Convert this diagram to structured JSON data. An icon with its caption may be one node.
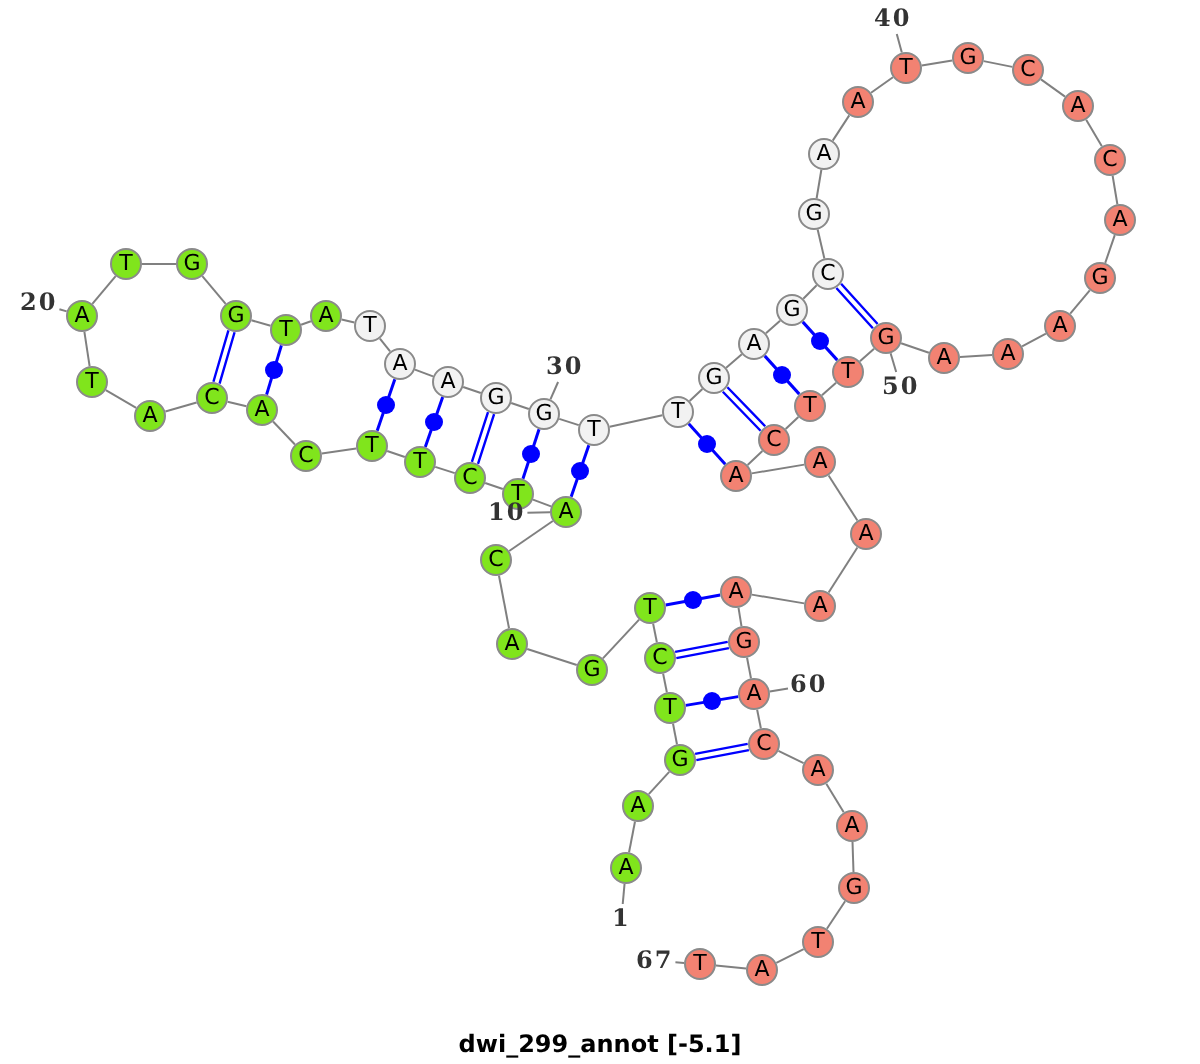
{
  "diagram": {
    "caption": "dwi_299_annot [-5.1]",
    "nodes": [
      {
        "text": [
          "A"
        ]
      },
      {
        "text": [
          "A"
        ]
      },
      {
        "text": [
          "G"
        ]
      },
      {
        "text": [
          "T"
        ]
      },
      {
        "text": [
          "C"
        ]
      },
      {
        "text": [
          "T"
        ]
      },
      {
        "text": [
          "G"
        ]
      },
      {
        "text": [
          "A"
        ]
      },
      {
        "text": [
          "C"
        ]
      },
      {
        "text": [
          "A"
        ]
      },
      {
        "text": [
          "T"
        ]
      },
      {
        "text": [
          "C"
        ]
      },
      {
        "text": [
          "T"
        ]
      },
      {
        "text": [
          "T"
        ]
      },
      {
        "text": [
          "C"
        ]
      },
      {
        "text": [
          "A"
        ]
      },
      {
        "text": [
          "C"
        ]
      },
      {
        "text": [
          "A"
        ]
      },
      {
        "text": [
          "T"
        ]
      },
      {
        "text": [
          "A"
        ]
      },
      {
        "text": [
          "T"
        ]
      },
      {
        "text": [
          "G"
        ]
      },
      {
        "text": [
          "G"
        ]
      },
      {
        "text": [
          "T"
        ]
      },
      {
        "text": [
          "A"
        ]
      },
      {
        "text": [
          "T"
        ]
      },
      {
        "text": [
          "A"
        ]
      },
      {
        "text": [
          "A"
        ]
      },
      {
        "text": [
          "G"
        ]
      },
      {
        "text": [
          "G"
        ]
      },
      {
        "text": [
          "T"
        ]
      },
      {
        "text": [
          "T"
        ]
      },
      {
        "text": [
          "G"
        ]
      },
      {
        "text": [
          "A"
        ]
      },
      {
        "text": [
          "G"
        ]
      },
      {
        "text": [
          "C"
        ]
      },
      {
        "text": [
          "G"
        ]
      },
      {
        "text": [
          "A"
        ]
      },
      {
        "text": [
          "A"
        ]
      },
      {
        "text": [
          "T"
        ]
      },
      {
        "text": [
          "G"
        ]
      },
      {
        "text": [
          "C"
        ]
      },
      {
        "text": [
          "A"
        ]
      },
      {
        "text": [
          "C"
        ]
      },
      {
        "text": [
          "A"
        ]
      },
      {
        "text": [
          "G"
        ]
      },
      {
        "text": [
          "A"
        ]
      },
      {
        "text": [
          "A"
        ]
      },
      {
        "text": [
          "A"
        ]
      },
      {
        "text": [
          "G"
        ]
      },
      {
        "text": [
          "T"
        ]
      },
      {
        "text": [
          "T"
        ]
      },
      {
        "text": [
          "C"
        ]
      },
      {
        "text": [
          "A"
        ]
      },
      {
        "text": [
          "A"
        ]
      },
      {
        "text": [
          "A"
        ]
      },
      {
        "text": [
          "A"
        ]
      },
      {
        "text": [
          "A"
        ]
      },
      {
        "text": [
          "G"
        ]
      },
      {
        "text": [
          "A"
        ]
      },
      {
        "text": [
          "C"
        ]
      },
      {
        "text": [
          "A"
        ]
      },
      {
        "text": [
          "A"
        ]
      },
      {
        "text": [
          "G"
        ]
      },
      {
        "text": [
          "T"
        ]
      },
      {
        "text": [
          "A"
        ]
      },
      {
        "text": [
          "T"
        ]
      },
      {
        "text": [
          "1"
        ]
      },
      {
        "text": [
          "10"
        ]
      },
      {
        "text": [
          "20"
        ]
      },
      {
        "text": [
          "30"
        ]
      },
      {
        "text": [
          "40"
        ]
      },
      {
        "text": [
          "50"
        ]
      },
      {
        "text": [
          "60"
        ]
      },
      {
        "text": [
          "67"
        ]
      }
    ],
    "edges": [
      {
        "from": 0,
        "to": 1,
        "arrow": "none"
      },
      {
        "from": 1,
        "to": 2,
        "arrow": "none"
      },
      {
        "from": 2,
        "to": 3,
        "arrow": "none"
      },
      {
        "from": 3,
        "to": 4,
        "arrow": "none"
      },
      {
        "from": 4,
        "to": 5,
        "arrow": "none"
      },
      {
        "from": 5,
        "to": 6,
        "arrow": "none"
      },
      {
        "from": 6,
        "to": 7,
        "arrow": "none"
      },
      {
        "from": 7,
        "to": 8,
        "arrow": "none"
      },
      {
        "from": 8,
        "to": 9,
        "arrow": "none"
      },
      {
        "from": 9,
        "to": 10,
        "arrow": "none"
      },
      {
        "from": 10,
        "to": 11,
        "arrow": "none"
      },
      {
        "from": 11,
        "to": 12,
        "arrow": "none"
      },
      {
        "from": 12,
        "to": 13,
        "arrow": "none"
      },
      {
        "from": 13,
        "to": 14,
        "arrow": "none"
      },
      {
        "from": 14,
        "to": 15,
        "arrow": "none"
      },
      {
        "from": 15,
        "to": 16,
        "arrow": "none"
      },
      {
        "from": 16,
        "to": 17,
        "arrow": "none"
      },
      {
        "from": 17,
        "to": 18,
        "arrow": "none"
      },
      {
        "from": 18,
        "to": 19,
        "arrow": "none"
      },
      {
        "from": 19,
        "to": 20,
        "arrow": "none"
      },
      {
        "from": 20,
        "to": 21,
        "arrow": "none"
      },
      {
        "from": 21,
        "to": 22,
        "arrow": "none"
      },
      {
        "from": 22,
        "to": 23,
        "arrow": "none"
      },
      {
        "from": 23,
        "to": 24,
        "arrow": "none"
      },
      {
        "from": 24,
        "to": 25,
        "arrow": "none"
      },
      {
        "from": 25,
        "to": 26,
        "arrow": "none"
      },
      {
        "from": 26,
        "to": 27,
        "arrow": "none"
      },
      {
        "from": 27,
        "to": 28,
        "arrow": "none"
      },
      {
        "from": 28,
        "to": 29,
        "arrow": "none"
      },
      {
        "from": 29,
        "to": 30,
        "arrow": "none"
      },
      {
        "from": 30,
        "to": 31,
        "arrow": "none"
      },
      {
        "from": 31,
        "to": 32,
        "arrow": "none"
      },
      {
        "from": 32,
        "to": 33,
        "arrow": "none"
      },
      {
        "from": 33,
        "to": 34,
        "arrow": "none"
      },
      {
        "from": 34,
        "to": 35,
        "arrow": "none"
      },
      {
        "from": 35,
        "to": 36,
        "arrow": "none"
      },
      {
        "from": 36,
        "to": 37,
        "arrow": "none"
      },
      {
        "from": 37,
        "to": 38,
        "arrow": "none"
      },
      {
        "from": 38,
        "to": 39,
        "arrow": "none"
      },
      {
        "from": 39,
        "to": 40,
        "arrow": "none"
      },
      {
        "from": 40,
        "to": 41,
        "arrow": "none"
      },
      {
        "from": 41,
        "to": 42,
        "arrow": "none"
      },
      {
        "from": 42,
        "to": 43,
        "arrow": "none"
      },
      {
        "from": 43,
        "to": 44,
        "arrow": "none"
      },
      {
        "from": 44,
        "to": 45,
        "arrow": "none"
      },
      {
        "from": 45,
        "to": 46,
        "arrow": "none"
      },
      {
        "from": 46,
        "to": 47,
        "arrow": "none"
      },
      {
        "from": 47,
        "to": 48,
        "arrow": "none"
      },
      {
        "from": 48,
        "to": 49,
        "arrow": "none"
      },
      {
        "from": 49,
        "to": 50,
        "arrow": "none"
      },
      {
        "from": 50,
        "to": 51,
        "arrow": "none"
      },
      {
        "from": 51,
        "to": 52,
        "arrow": "none"
      },
      {
        "from": 52,
        "to": 53,
        "arrow": "none"
      },
      {
        "from": 53,
        "to": 54,
        "arrow": "none"
      },
      {
        "from": 54,
        "to": 55,
        "arrow": "none"
      },
      {
        "from": 55,
        "to": 56,
        "arrow": "none"
      },
      {
        "from": 56,
        "to": 57,
        "arrow": "none"
      },
      {
        "from": 57,
        "to": 58,
        "arrow": "none"
      },
      {
        "from": 58,
        "to": 59,
        "arrow": "none"
      },
      {
        "from": 59,
        "to": 60,
        "arrow": "none"
      },
      {
        "from": 60,
        "to": 61,
        "arrow": "none"
      },
      {
        "from": 61,
        "to": 62,
        "arrow": "none"
      },
      {
        "from": 62,
        "to": 63,
        "arrow": "none"
      },
      {
        "from": 63,
        "to": 64,
        "arrow": "none"
      },
      {
        "from": 64,
        "to": 65,
        "arrow": "none"
      },
      {
        "from": 65,
        "to": 66,
        "arrow": "none"
      },
      {
        "from": 2,
        "to": 60,
        "arrow": "none",
        "color": "#0000ff"
      },
      {
        "from": 3,
        "to": 59,
        "arrow": "none",
        "color": "#0000ff"
      },
      {
        "from": 4,
        "to": 58,
        "arrow": "none",
        "color": "#0000ff"
      },
      {
        "from": 5,
        "to": 57,
        "arrow": "none",
        "color": "#0000ff"
      },
      {
        "from": 9,
        "to": 30,
        "arrow": "none",
        "color": "#0000ff"
      },
      {
        "from": 10,
        "to": 29,
        "arrow": "none",
        "color": "#0000ff"
      },
      {
        "from": 11,
        "to": 28,
        "arrow": "none",
        "color": "#0000ff"
      },
      {
        "from": 12,
        "to": 27,
        "arrow": "none",
        "color": "#0000ff"
      },
      {
        "from": 13,
        "to": 26,
        "arrow": "none",
        "color": "#0000ff"
      },
      {
        "from": 15,
        "to": 23,
        "arrow": "none",
        "color": "#0000ff"
      },
      {
        "from": 16,
        "to": 22,
        "arrow": "none",
        "color": "#0000ff"
      },
      {
        "from": 31,
        "to": 53,
        "arrow": "none",
        "color": "#0000ff"
      },
      {
        "from": 32,
        "to": 52,
        "arrow": "none",
        "color": "#0000ff"
      },
      {
        "from": 33,
        "to": 51,
        "arrow": "none",
        "color": "#0000ff"
      },
      {
        "from": 34,
        "to": 50,
        "arrow": "none",
        "color": "#0000ff"
      },
      {
        "from": 35,
        "to": 49,
        "arrow": "none",
        "color": "#0000ff"
      },
      {
        "from": 67,
        "to": 0,
        "arrow": "none"
      },
      {
        "from": 68,
        "to": 9,
        "arrow": "none"
      },
      {
        "from": 69,
        "to": 19,
        "arrow": "none"
      },
      {
        "from": 70,
        "to": 29,
        "arrow": "none"
      },
      {
        "from": 71,
        "to": 39,
        "arrow": "none"
      },
      {
        "from": 72,
        "to": 49,
        "arrow": "none"
      },
      {
        "from": 73,
        "to": 59,
        "arrow": "none"
      },
      {
        "from": 74,
        "to": 66,
        "arrow": "none"
      }
    ]
  }
}
